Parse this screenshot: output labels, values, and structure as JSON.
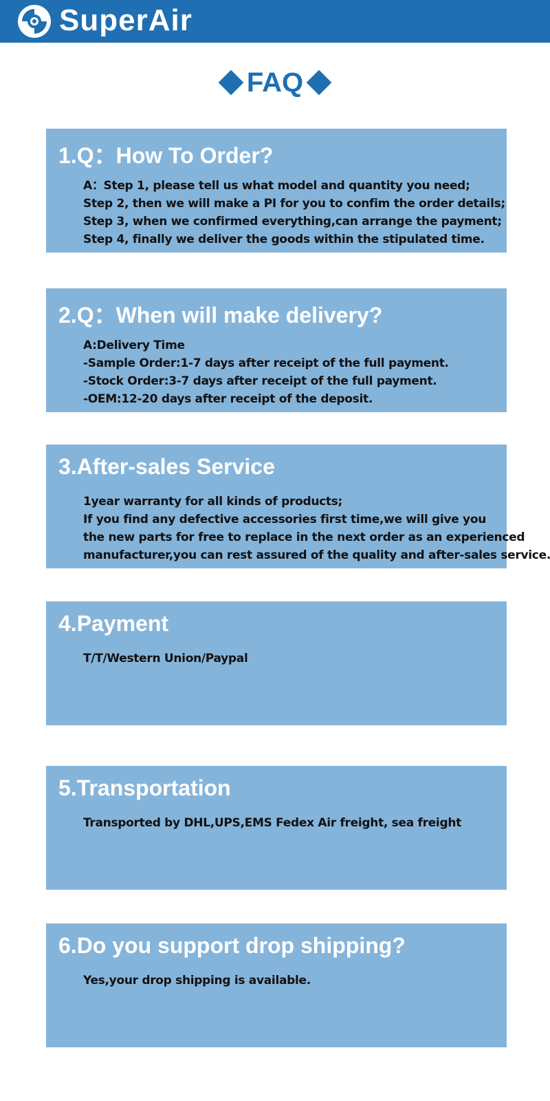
{
  "header": {
    "brand": "SuperAir",
    "background": "#1f6fb2"
  },
  "faq": {
    "title": "FAQ",
    "accent": "#1f6fb2"
  },
  "cards": [
    {
      "title": "1.Q：How To Order?",
      "lines": [
        "A：Step 1, please tell us what model and quantity you need;",
        "Step 2, then we will make a PI for you to confim the order details;",
        "Step 3, when we confirmed everything,can arrange the payment;",
        "Step 4, finally we deliver the goods within the stipulated time."
      ]
    },
    {
      "title": "2.Q：When will make delivery?",
      "lines": [
        "A:Delivery Time",
        "-Sample Order:1-7 days after receipt of the full payment.",
        "-Stock Order:3-7 days after receipt of the full payment.",
        "-OEM:12-20 days after receipt of the deposit."
      ]
    },
    {
      "title": "3.After-sales Service",
      "lines": [
        "1year warranty for all kinds of products;",
        "If you find any defective accessories first time,we will give you",
        "the new parts for free to replace in the next order as an experienced",
        "manufacturer,you can rest assured of the quality and after-sales service."
      ]
    },
    {
      "title": "4.Payment",
      "lines": [
        "T/T/Western Union/Paypal"
      ]
    },
    {
      "title": "5.Transportation",
      "lines": [
        "Transported by DHL,UPS,EMS Fedex Air freight, sea freight"
      ]
    },
    {
      "title": "6.Do you support drop shipping?",
      "lines": [
        "Yes,your drop shipping is available."
      ]
    }
  ],
  "colors": {
    "card_background": "#85b4da",
    "card_title": "#ffffff",
    "card_text": "#111111"
  }
}
